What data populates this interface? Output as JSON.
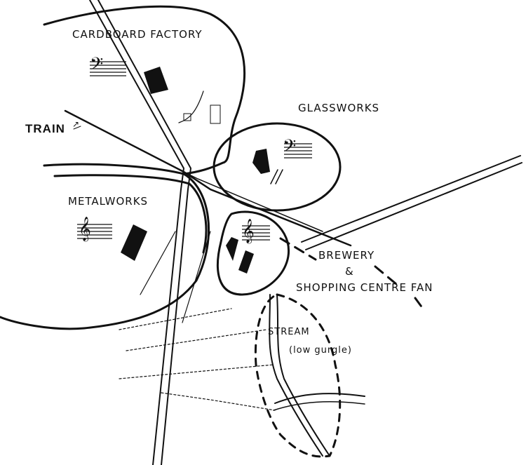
{
  "labels": {
    "cardboard": "CARDBOARD FACTORY",
    "glassworks": "GLASSWORKS",
    "train": "TRAIN",
    "metalworks": "METALWORKS",
    "brewery": "BREWERY",
    "ampersand": "&",
    "shopping": "SHOPPING CENTRE FAN",
    "stream": "STREAM",
    "stream_note": "(low gurgle)"
  },
  "icons": {
    "bass_clef": "𝄢",
    "treble_clef": "𝄞",
    "arrow": "↗"
  },
  "colors": {
    "ink": "#111111",
    "paper": "#ffffff"
  }
}
